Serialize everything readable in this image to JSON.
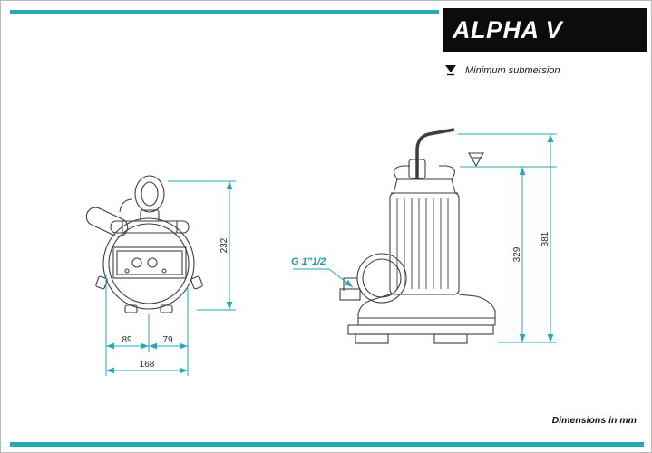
{
  "header": {
    "title": "ALPHA V",
    "legend_label": "Minimum submersion"
  },
  "footer": {
    "note": "Dimensions in mm"
  },
  "colors": {
    "accent_teal": "#2aa7b5",
    "title_bg": "#0c0c0c",
    "drawing_line": "#3c3c46"
  },
  "drawing": {
    "top_view": {
      "dim_height": "232",
      "dim_left": "89",
      "dim_right": "79",
      "dim_total": "168"
    },
    "side_view": {
      "port_label": "G 1\"1/2",
      "dim_submersion": "329",
      "dim_total_height": "381"
    }
  }
}
